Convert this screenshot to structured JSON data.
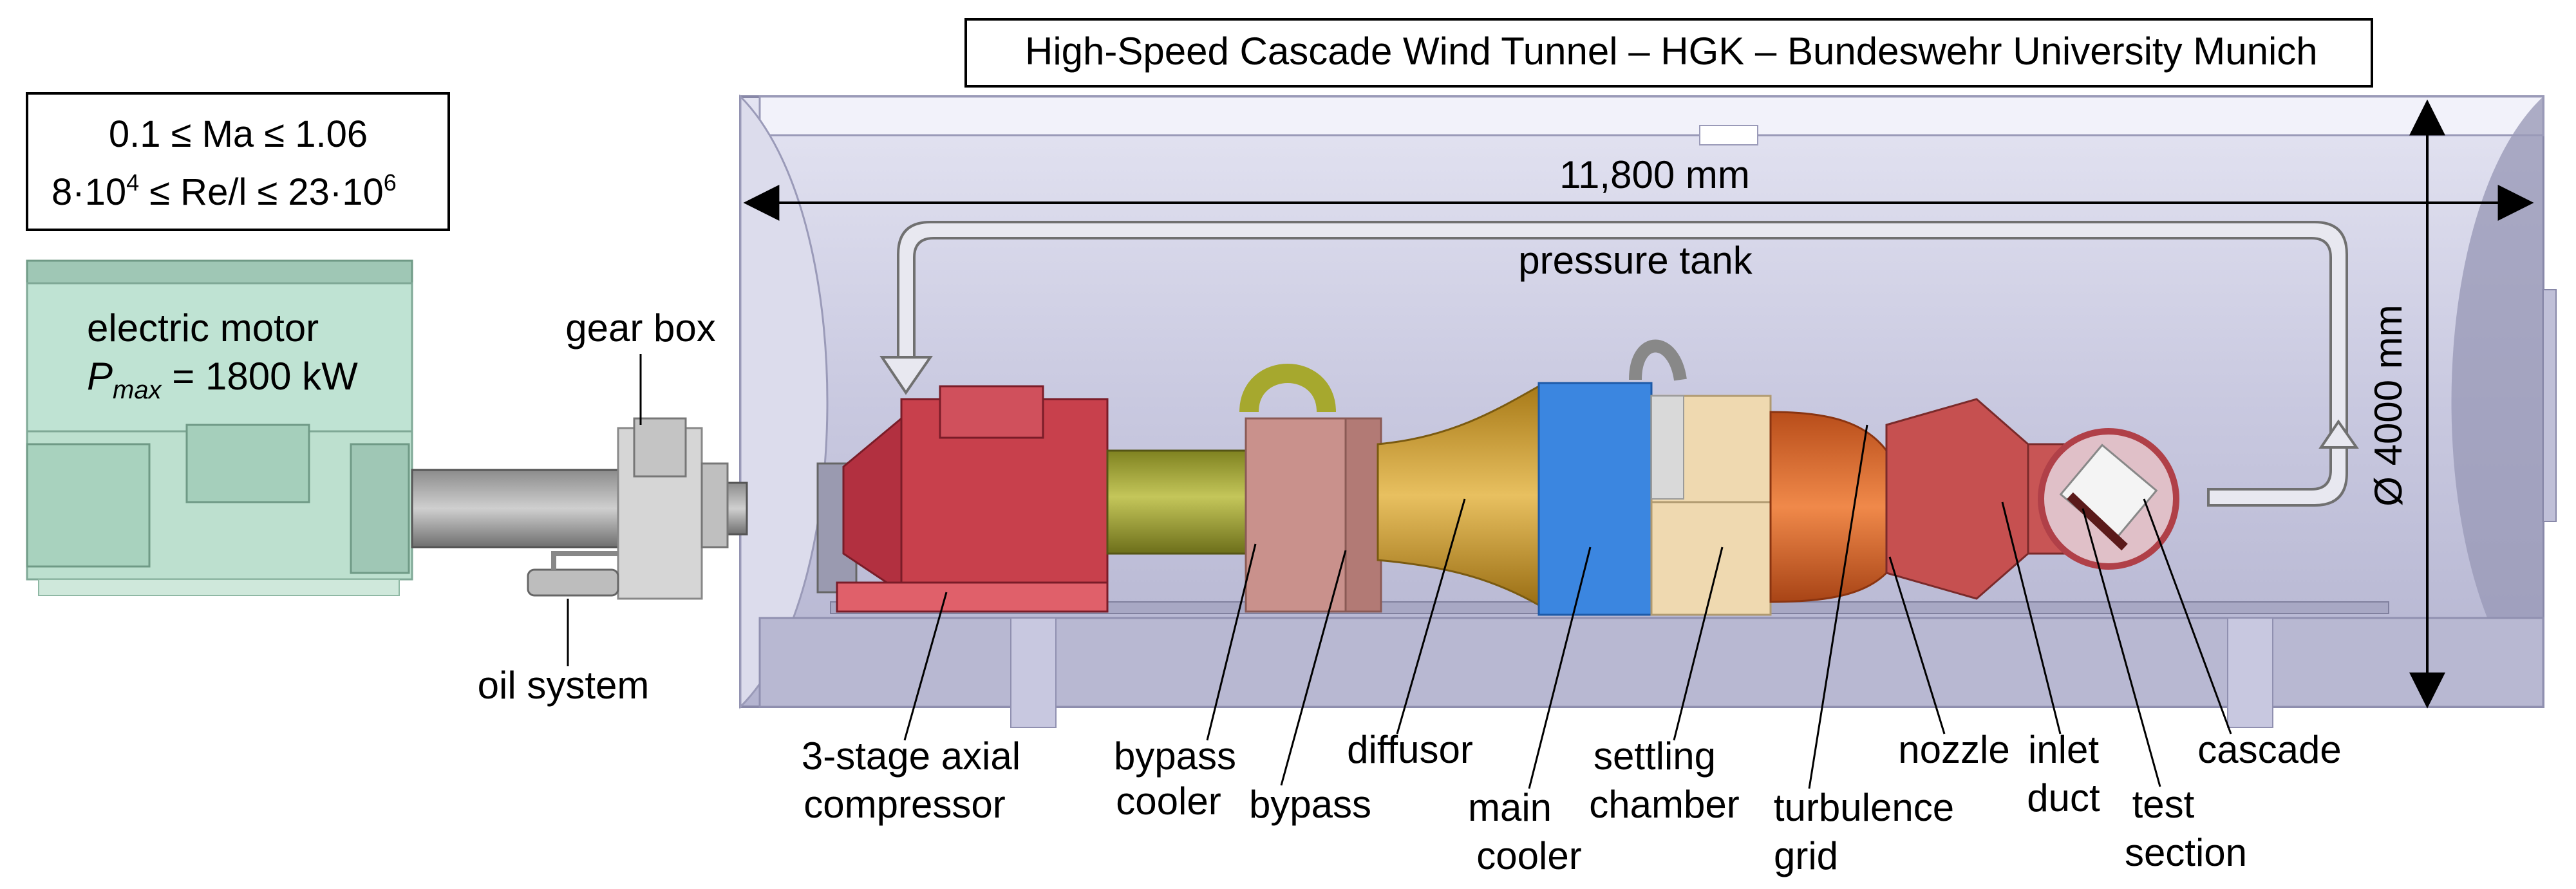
{
  "header": {
    "title": "High-Speed  Cascade  Wind  Tunnel  – HGK – Bundeswehr  University  Munich"
  },
  "conditions": {
    "mach_text": "0.1 ≤ Ma ≤ 1.06",
    "re_prefix": "8·10",
    "re_exp1": "4",
    "re_mid": " ≤ Re/l ≤ 23·10",
    "re_exp2": "6"
  },
  "dimensions": {
    "length": "11,800 mm",
    "diameter": "Ø 4000 mm"
  },
  "labels": {
    "electric_motor": "electric motor",
    "pmax_symbol": "P",
    "pmax_sub": "max",
    "pmax_value": " = 1800 kW",
    "gear_box": "gear box",
    "oil_system": "oil system",
    "pressure_tank": "pressure tank",
    "compressor_1": "3-stage axial",
    "compressor_2": "compressor",
    "bypass_cooler_1": "bypass",
    "bypass_cooler_2": "cooler",
    "bypass": "bypass",
    "diffusor": "diffusor",
    "main_cooler_1": "main",
    "main_cooler_2": "cooler",
    "settling_chamber_1": "settling",
    "settling_chamber_2": "chamber",
    "turbulence_grid_1": "turbulence",
    "turbulence_grid_2": "grid",
    "nozzle": "nozzle",
    "inlet_duct_1": "inlet",
    "inlet_duct_2": "duct",
    "test_section_1": "test",
    "test_section_2": "section",
    "cascade": "cascade"
  },
  "colors": {
    "tank": "#c7c7df",
    "tank_dark": "#9a9ab8",
    "motor": "#bfe3d3",
    "compressor": "#c8404c",
    "shaft": "#a6a82e",
    "bypass": "#c9918c",
    "diffusor": "#c99a2c",
    "main_cooler": "#3b86e0",
    "settling": "#efd9b0",
    "nozzle": "#d96a2a",
    "inlet_duct": "#c65050"
  }
}
